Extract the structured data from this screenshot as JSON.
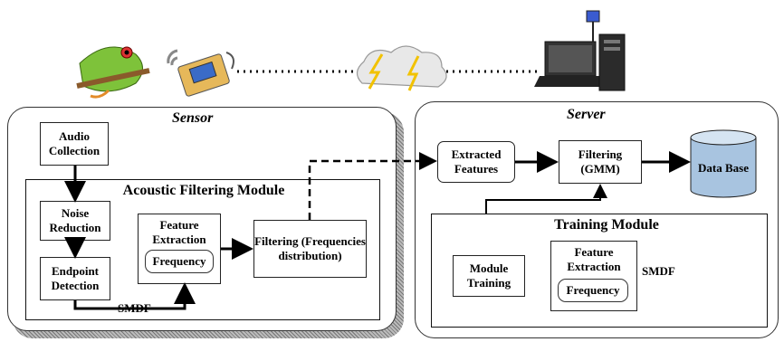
{
  "sensor": {
    "title": "Sensor",
    "audio_collection": "Audio Collection",
    "module_title": "Acoustic Filtering Module",
    "noise_reduction": "Noise Reduction",
    "endpoint_detection": "Endpoint Detection",
    "feature_extraction": "Feature Extraction",
    "frequency": "Frequency",
    "filtering": "Filtering (Frequencies distribution)",
    "smdf": "SMDF"
  },
  "server": {
    "title": "Server",
    "extracted_features": "Extracted Features",
    "filtering_gmm": "Filtering (GMM)",
    "database": "Data Base",
    "training_title": "Training Module",
    "module_training": "Module Training",
    "feature_extraction": "Feature Extraction",
    "frequency": "Frequency",
    "smdf": "SMDF"
  },
  "icons": [
    "frog-icon",
    "sensor-device-icon",
    "cloud-lightning-icon",
    "server-computer-icon",
    "waveform-icon"
  ],
  "colors": {
    "database_fill": "#a8c4e0",
    "panel_shadow": "#888888"
  }
}
